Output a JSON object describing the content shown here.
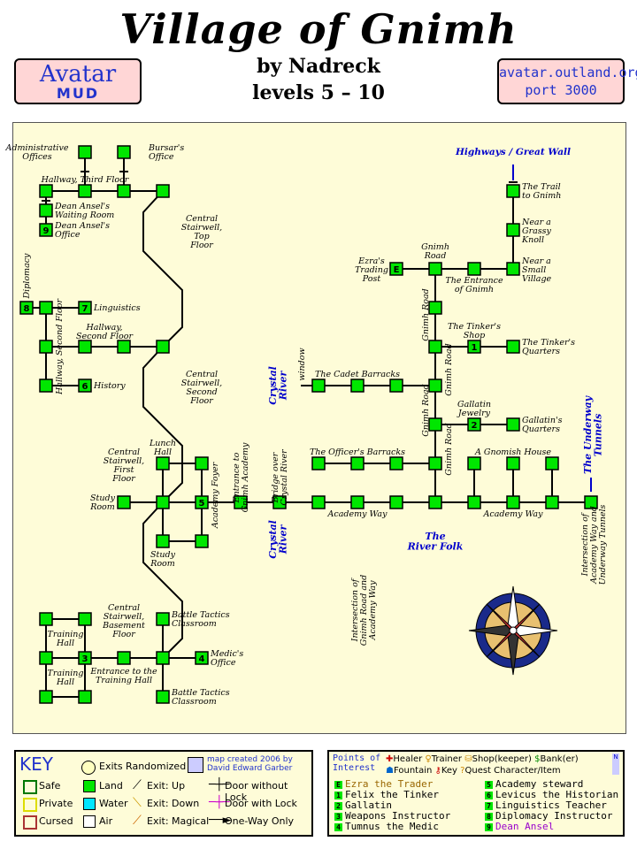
{
  "header": {
    "title": "Village of Gnimh",
    "byline": "by Nadreck",
    "levels": "levels 5 – 10",
    "mud_name_l1": "Avatar",
    "mud_name_l2": "MUD",
    "host": "avatar.outland.org",
    "port": "port 3000"
  },
  "labels": {
    "admin": "Administrative Offices",
    "bursar": "Bursar's Office",
    "hall3": "Hallway, Third Floor",
    "dean_wait": "Dean Ansel's Waiting Room",
    "dean_office": "Dean Ansel's Office",
    "stair_top": "Central Stairwell, Top Floor",
    "diplomacy": "Diplomacy",
    "linguistics": "Linguistics",
    "hall2": "Hallway, Second Floor",
    "hall2v": "Hallway, Second Floor",
    "history": "History",
    "stair_second": "Central Stairwell, Second Floor",
    "lunch": "Lunch Hall",
    "stair_first": "Central Stairwell, First Floor",
    "study1": "Study Room",
    "study2": "Study Room",
    "foyer": "Academy Foyer",
    "entrance_academy": "Entrance to Gnimh Academy",
    "bridge": "Bridge over Crystal River",
    "crystal1": "Crystal River",
    "crystal2": "Crystal River",
    "window": "window",
    "cadet": "The Cadet Barracks",
    "officer": "The Officer's Barracks",
    "academy_way1": "Academy Way",
    "academy_way2": "Academy Way",
    "ezra": "Ezra's Trading Post",
    "gnimh_road_top": "Gnimh Road",
    "entrance_gnimh": "The Entrance of Gnimh",
    "gnimh_road_v1": "Gnimh Road",
    "gnimh_road_v2": "Gnimh Road",
    "gnimh_road_v3": "Gnimh Road",
    "gnimh_road_v4": "Gnimh Road",
    "tinker_shop": "The Tinker's Shop",
    "tinker_quarters": "The Tinker's Quarters",
    "gallatin_jewelry": "Gallatin Jewelry",
    "gallatin_quarters": "Gallatin's Quarters",
    "gnomish_house": "A Gnomish House",
    "highways": "Highways / Great Wall",
    "trail": "The Trail to Gnimh",
    "knoll": "Near a Grassy Knoll",
    "near_village": "Near a Small Village",
    "underway": "The Underway Tunnels",
    "river_folk": "The River Folk",
    "intersect_road": "Intersection of Gnimh Road and Academy Way",
    "intersect_tunnels": "Intersection of Academy Way and Underway Tunnels",
    "stair_basement": "Central Stairwell, Basement Floor",
    "battle1": "Battle Tactics Classroom",
    "battle2": "Battle Tactics Classroom",
    "training1": "Training Hall",
    "training2": "Training Hall",
    "entrance_training": "Entrance to the Training Hall",
    "medic": "Medic's Office"
  },
  "room_numbers": {
    "r9a": "9",
    "r9b": "8",
    "r7": "7",
    "r6": "6",
    "r5": "5",
    "r3": "3",
    "r4": "4",
    "r1": "1",
    "r2": "2",
    "rE": "E"
  },
  "key": {
    "title": "KEY",
    "exits_randomized": "Exits Randomized",
    "credit": "map created 2006 by David Edward Garber",
    "safe": "Safe",
    "private": "Private",
    "cursed": "Cursed",
    "land": "Land",
    "water": "Water",
    "air": "Air",
    "exit_up": "Exit: Up",
    "exit_down": "Exit: Down",
    "exit_magical": "Exit: Magical",
    "door_no_lock": "Door without Lock",
    "door_lock": "Door with Lock",
    "one_way": "One-Way Only"
  },
  "poi": {
    "title_l1": "Points of",
    "title_l2": "Interest",
    "healer": "Healer",
    "trainer": "Trainer",
    "shop": "Shop(keeper)",
    "bank": "Bank(er)",
    "fountain": "Fountain",
    "keyitem": "Key",
    "quest": "Quest Character/Item",
    "items": [
      {
        "n": "E",
        "t": "Ezra the Trader"
      },
      {
        "n": "1",
        "t": "Felix the Tinker"
      },
      {
        "n": "2",
        "t": "Gallatin"
      },
      {
        "n": "3",
        "t": "Weapons Instructor"
      },
      {
        "n": "4",
        "t": "Tumnus the Medic"
      },
      {
        "n": "5",
        "t": "Academy steward"
      },
      {
        "n": "6",
        "t": "Levicus the Historian"
      },
      {
        "n": "7",
        "t": "Linguistics Teacher"
      },
      {
        "n": "8",
        "t": "Diplomacy Instructor"
      },
      {
        "n": "9",
        "t": "Dean Ansel"
      }
    ]
  },
  "colors": {
    "land": "#00e600",
    "scroll": "#fefcd8",
    "blue": "#0000cc",
    "banner": "#ffd6d6"
  }
}
